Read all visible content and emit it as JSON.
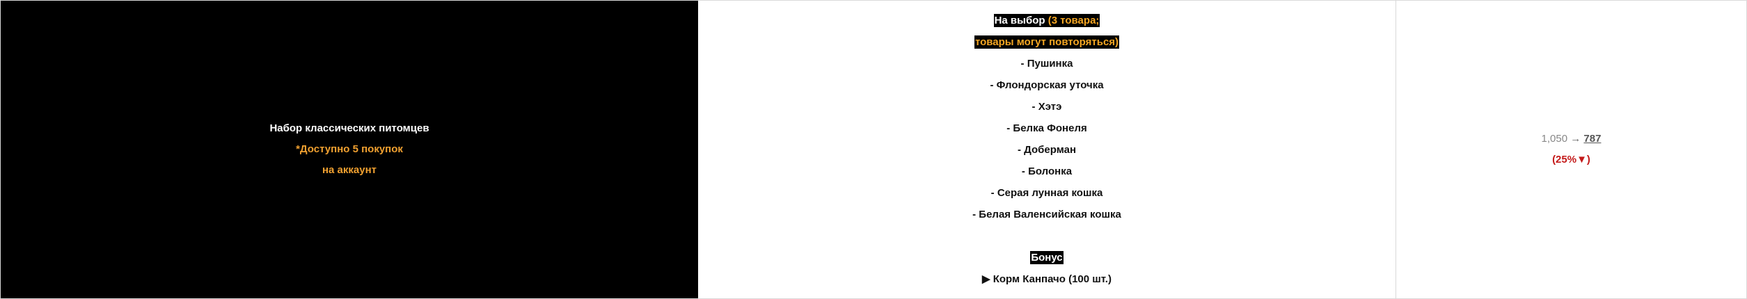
{
  "colors": {
    "name_cell_bg": "#000000",
    "accent_orange": "#f5a623",
    "discount_red": "#c41a1a",
    "border": "#d9d9d9"
  },
  "product": {
    "title": "Набор классических питомцев",
    "limit_line1": "*Доступно 5 покупок",
    "limit_line2": "на аккаунт"
  },
  "contents": {
    "choice_label": "На выбор",
    "choice_note_line1": "(3 товара;",
    "choice_note_line2": "товары могут повторяться)",
    "items": [
      "- Пушинка",
      "- Флондорская уточка",
      "- Хэтэ",
      "- Белка Фонеля",
      "- Доберман",
      "- Болонка",
      "- Серая лунная кошка",
      "- Белая Валенсийская кошка"
    ],
    "bonus_label": "Бонус",
    "bonus_item": "▶ Корм Канпачо (100 шт.)"
  },
  "price": {
    "old": "1,050",
    "arrow": "→",
    "new": "787",
    "discount": "(25%▼)"
  }
}
